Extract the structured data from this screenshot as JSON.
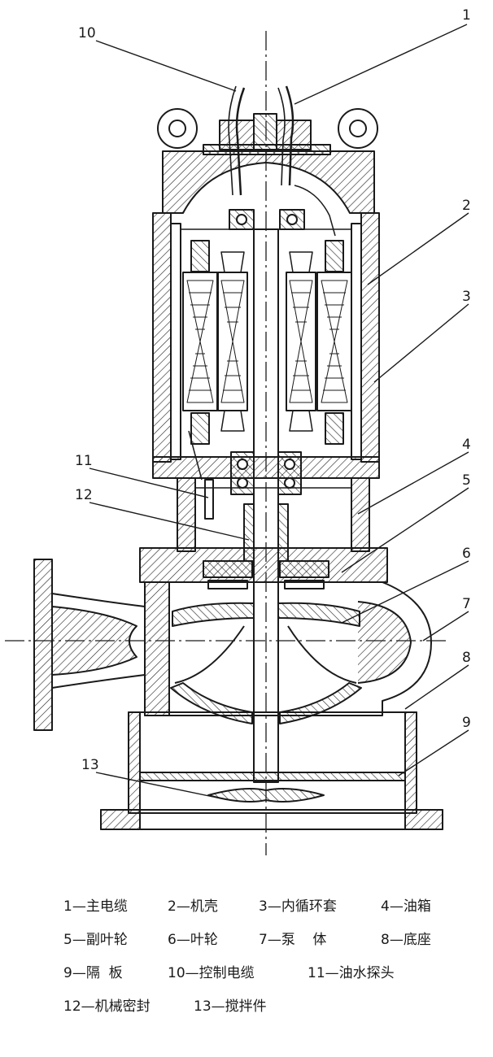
{
  "diagram": {
    "callouts": [
      "1",
      "2",
      "3",
      "4",
      "5",
      "6",
      "7",
      "8",
      "9",
      "10",
      "11",
      "12",
      "13"
    ],
    "legend": [
      [
        "1—主电缆",
        "2—机壳",
        "3—内循环套",
        "4—油箱"
      ],
      [
        "5—副叶轮",
        "6—叶轮",
        "7—泵    体",
        "8—底座"
      ],
      [
        "9—隔  板",
        "10—控制电缆",
        "11—油水探头"
      ],
      [
        "12—机械密封",
        "13—搅拌件"
      ]
    ]
  }
}
